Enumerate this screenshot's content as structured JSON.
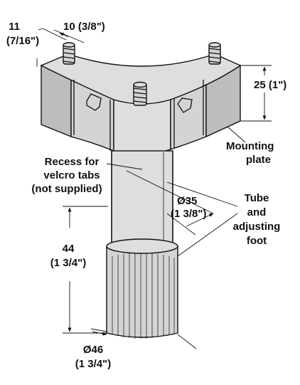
{
  "labels": {
    "nut_width_mm": "11",
    "nut_width_in": "(7/16\")",
    "bolt_dia": "10 (3/8\")",
    "plate_height": "25 (1\")",
    "mounting_plate_1": "Mounting",
    "mounting_plate_2": "plate",
    "recess_1": "Recess for",
    "recess_2": "velcro tabs",
    "recess_3": "(not supplied)",
    "tube_dia_mm": "Ø35",
    "tube_dia_in": "(1 3/8\")",
    "tube_1": "Tube",
    "tube_2": "and",
    "tube_3": "adjusting",
    "tube_4": "foot",
    "foot_height_mm": "44",
    "foot_height_in": "(1 3/4\")",
    "foot_dia_mm": "Ø46",
    "foot_dia_in": "(1 3/4\")"
  },
  "colors": {
    "ink": "#111111",
    "fill": "#d4d4d4",
    "background": "#ffffff"
  }
}
